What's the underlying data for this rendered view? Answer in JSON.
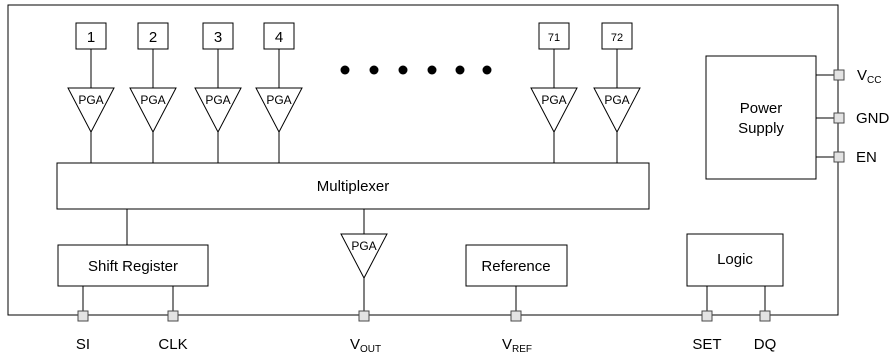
{
  "channels": [
    "1",
    "2",
    "3",
    "4",
    "71",
    "72"
  ],
  "pga_label": "PGA",
  "blocks": {
    "multiplexer": "Multiplexer",
    "shift_register": "Shift Register",
    "reference": "Reference",
    "logic": "Logic",
    "power_supply_line1": "Power",
    "power_supply_line2": "Supply"
  },
  "ellipsis_dots": 6,
  "pins_right": [
    {
      "main": "V",
      "sub": "CC"
    },
    {
      "main": "GND",
      "sub": ""
    },
    {
      "main": "EN",
      "sub": ""
    }
  ],
  "pins_bottom": [
    {
      "main": "SI",
      "sub": ""
    },
    {
      "main": "CLK",
      "sub": ""
    },
    {
      "main": "V",
      "sub": "OUT"
    },
    {
      "main": "V",
      "sub": "REF"
    },
    {
      "main": "SET",
      "sub": ""
    },
    {
      "main": "DQ",
      "sub": ""
    }
  ]
}
